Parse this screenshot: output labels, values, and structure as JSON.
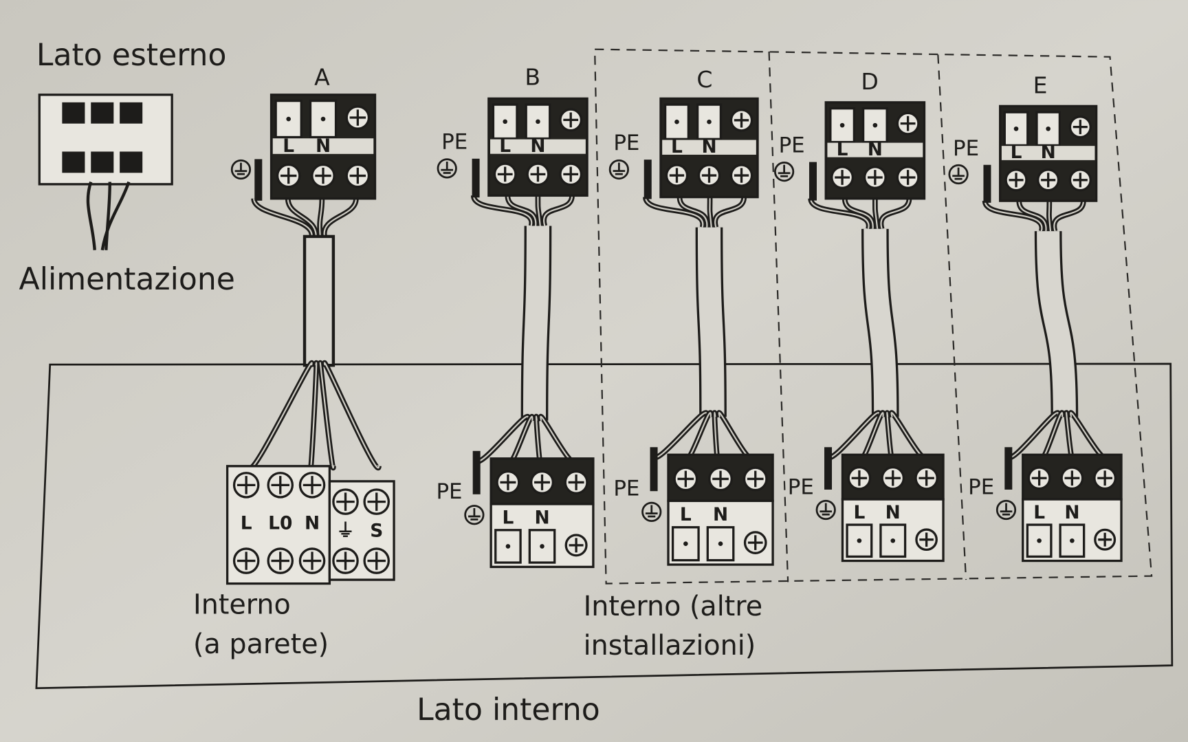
{
  "title_outdoor": "Lato esterno",
  "power_supply": "Alimentazione",
  "title_indoor": "Lato interno",
  "indoor_wall_caption": [
    "Interno",
    "(a parete)"
  ],
  "indoor_other_caption": [
    "Interno (altre",
    "installazioni)"
  ],
  "pe_label": "PE",
  "units": [
    "A",
    "B",
    "C",
    "D",
    "E"
  ],
  "outdoor_terminal_labels": [
    "L",
    "N"
  ],
  "indoor_terminal_labels": [
    "L",
    "N"
  ],
  "wall_terminal_labels": [
    "L",
    "L0",
    "N",
    "⏚",
    "S"
  ],
  "colors": {
    "paper": "#cfcdc5",
    "ink": "#1d1c1a"
  }
}
